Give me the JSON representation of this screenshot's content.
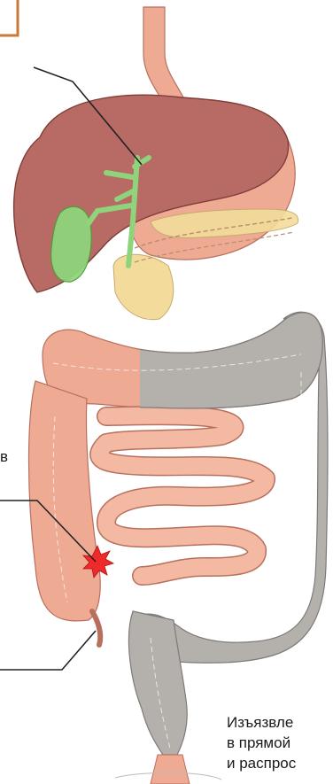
{
  "labels": {
    "partial_fragment": "в",
    "caption_lines": [
      "Изъязвле",
      "в прямой",
      "и распрос"
    ]
  },
  "colors": {
    "liver": "#b86a64",
    "gallbladder": "#8fd47c",
    "intestine": "#eeaa93",
    "pancreas": "#f3dc9b",
    "affected_colon": "#b4b1ad",
    "lesion": "#ee2a2a",
    "callout_box": "#c9793a"
  },
  "icons": {
    "lesion": "red-star-burst-icon"
  }
}
